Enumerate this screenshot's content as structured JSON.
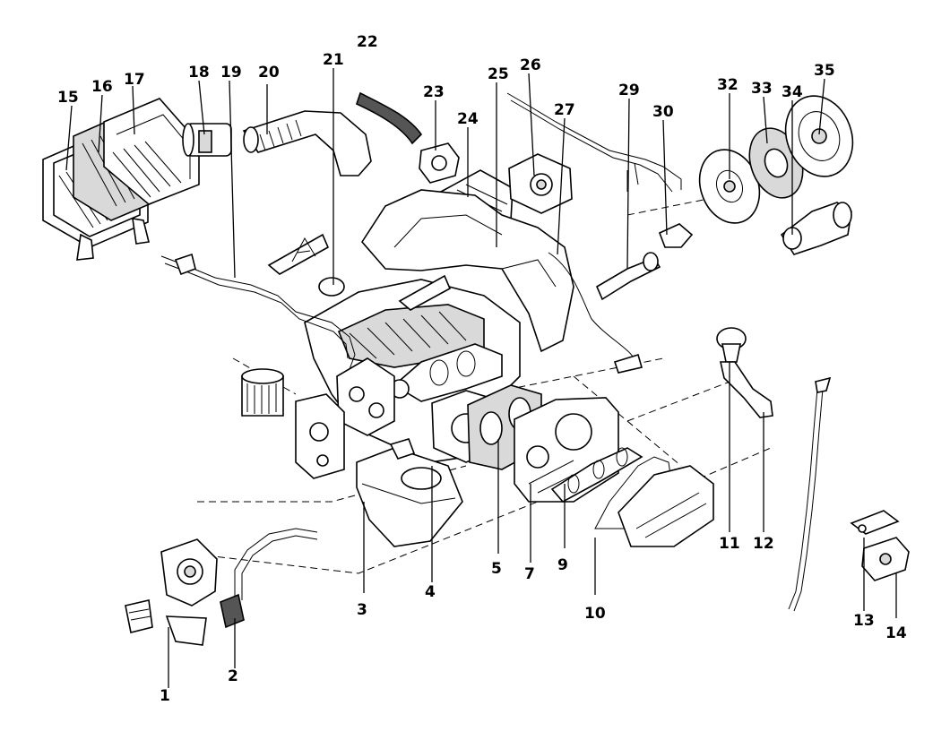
{
  "callouts": [
    {
      "id": "1",
      "label": "1"
    },
    {
      "id": "2",
      "label": "2"
    },
    {
      "id": "3",
      "label": "3"
    },
    {
      "id": "4",
      "label": "4"
    },
    {
      "id": "5",
      "label": "5"
    },
    {
      "id": "7",
      "label": "7"
    },
    {
      "id": "9",
      "label": "9"
    },
    {
      "id": "10",
      "label": "10"
    },
    {
      "id": "11",
      "label": "11"
    },
    {
      "id": "12",
      "label": "12"
    },
    {
      "id": "13",
      "label": "13"
    },
    {
      "id": "14",
      "label": "14"
    },
    {
      "id": "15",
      "label": "15"
    },
    {
      "id": "16",
      "label": "16"
    },
    {
      "id": "17",
      "label": "17"
    },
    {
      "id": "18",
      "label": "18"
    },
    {
      "id": "19",
      "label": "19"
    },
    {
      "id": "20",
      "label": "20"
    },
    {
      "id": "21",
      "label": "21"
    },
    {
      "id": "22",
      "label": "22"
    },
    {
      "id": "23",
      "label": "23"
    },
    {
      "id": "24",
      "label": "24"
    },
    {
      "id": "25",
      "label": "25"
    },
    {
      "id": "26",
      "label": "26"
    },
    {
      "id": "27",
      "label": "27"
    },
    {
      "id": "29",
      "label": "29"
    },
    {
      "id": "30",
      "label": "30"
    },
    {
      "id": "32",
      "label": "32"
    },
    {
      "id": "33",
      "label": "33"
    },
    {
      "id": "34",
      "label": "34"
    },
    {
      "id": "35",
      "label": "35"
    }
  ],
  "colors": {
    "ink": "#000000",
    "paper": "#ffffff",
    "shade": "#d9d9d9"
  }
}
